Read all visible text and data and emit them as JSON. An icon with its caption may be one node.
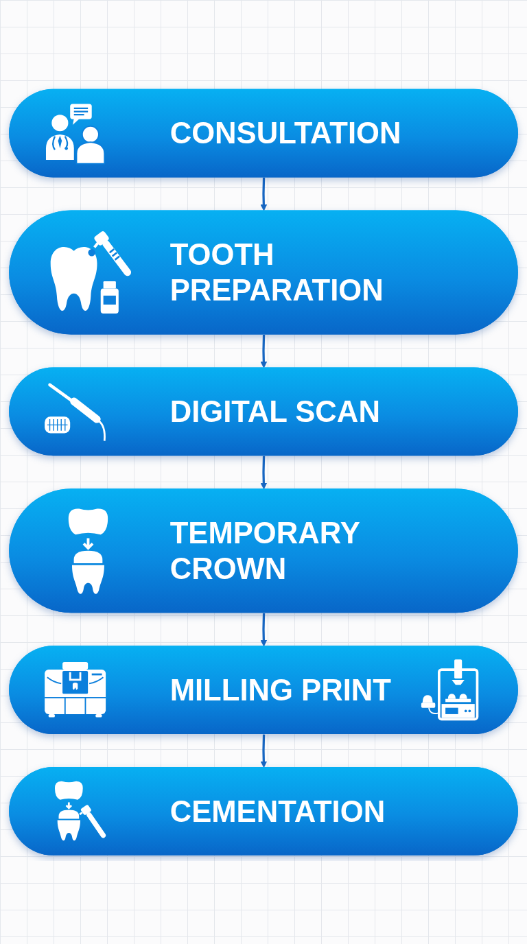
{
  "diagram": {
    "nodes": [
      {
        "text": [
          "CONSULTATION"
        ]
      },
      {
        "text": [
          "TOOTH PREPARATION"
        ]
      },
      {
        "text": [
          "DIGITAL SCAN"
        ]
      },
      {
        "text": [
          "TEMPORARY CROWN"
        ]
      },
      {
        "text": [
          "MILLING PRINT"
        ]
      },
      {
        "text": [
          "CEMENTATION"
        ]
      }
    ],
    "edges": [
      {
        "from": 0,
        "to": 1,
        "arrow": "to"
      },
      {
        "from": 1,
        "to": 2,
        "arrow": "to"
      },
      {
        "from": 2,
        "to": 3,
        "arrow": "to"
      },
      {
        "from": 3,
        "to": 4,
        "arrow": "to"
      },
      {
        "from": 4,
        "to": 5,
        "arrow": "to"
      }
    ]
  }
}
